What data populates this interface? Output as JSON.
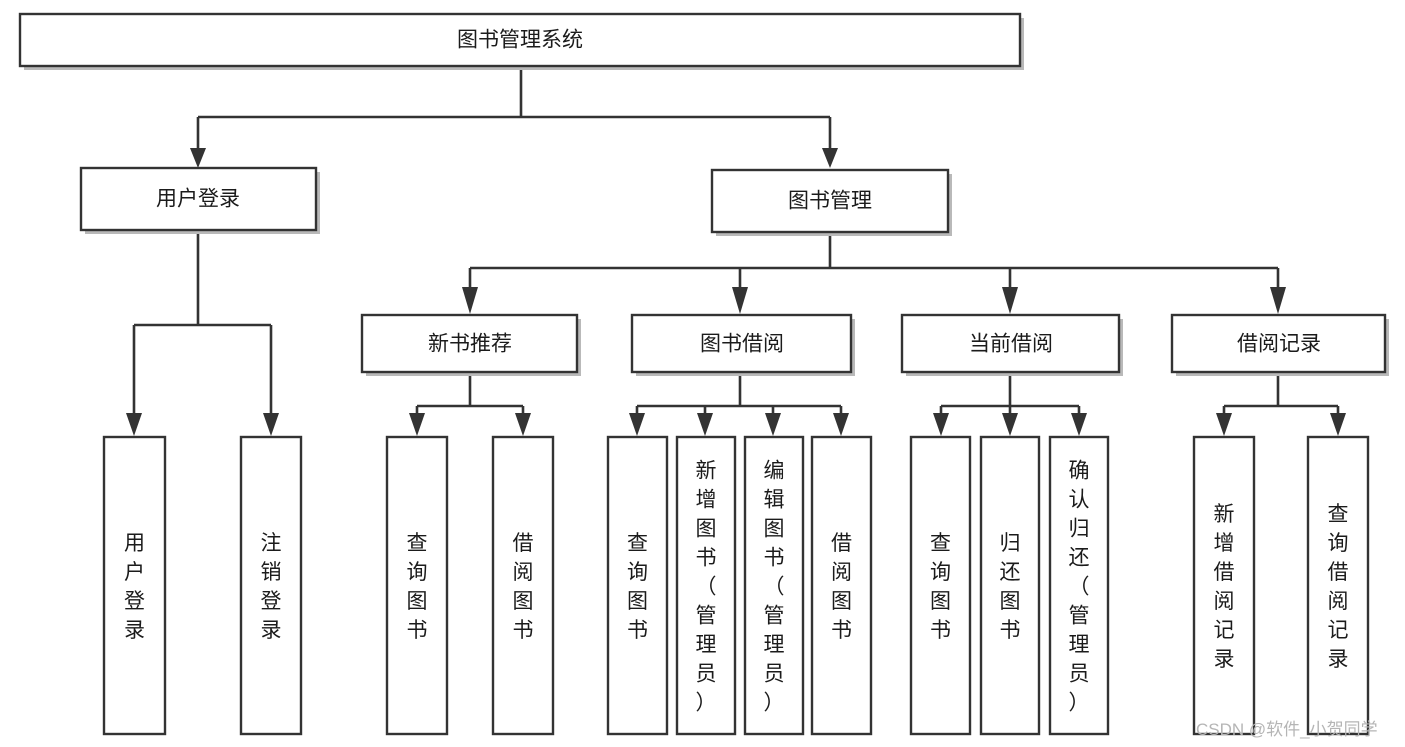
{
  "diagram": {
    "type": "tree-hierarchy",
    "title": "图书管理系统",
    "orientation": "top-down",
    "levels": 4,
    "root": {
      "id": "root",
      "label": "图书管理系统",
      "text_orientation": "horizontal"
    },
    "level2": [
      {
        "id": "user-login",
        "label": "用户登录",
        "text_orientation": "horizontal"
      },
      {
        "id": "book-manage",
        "label": "图书管理",
        "text_orientation": "horizontal"
      }
    ],
    "level3": [
      {
        "id": "new-book-recommend",
        "label": "新书推荐",
        "text_orientation": "horizontal",
        "parent": "book-manage"
      },
      {
        "id": "book-borrow",
        "label": "图书借阅",
        "text_orientation": "horizontal",
        "parent": "book-manage"
      },
      {
        "id": "current-borrow",
        "label": "当前借阅",
        "text_orientation": "horizontal",
        "parent": "book-manage"
      },
      {
        "id": "borrow-record",
        "label": "借阅记录",
        "text_orientation": "horizontal",
        "parent": "book-manage"
      }
    ],
    "leaves": [
      {
        "id": "leaf-user-login",
        "parent": "user-login",
        "lines": [
          "用",
          "户",
          "登",
          "录"
        ],
        "text_orientation": "vertical"
      },
      {
        "id": "leaf-user-logout",
        "parent": "user-login",
        "lines": [
          "注",
          "销",
          "登",
          "录"
        ],
        "text_orientation": "vertical"
      },
      {
        "id": "leaf-query-book-rec",
        "parent": "new-book-recommend",
        "lines": [
          "查",
          "询",
          "图",
          "书"
        ],
        "text_orientation": "vertical"
      },
      {
        "id": "leaf-borrow-book-rec",
        "parent": "new-book-recommend",
        "lines": [
          "借",
          "阅",
          "图",
          "书"
        ],
        "text_orientation": "vertical"
      },
      {
        "id": "leaf-query-book-borrow",
        "parent": "book-borrow",
        "lines": [
          "查",
          "询",
          "图",
          "书"
        ],
        "text_orientation": "vertical"
      },
      {
        "id": "leaf-add-book-admin",
        "parent": "book-borrow",
        "lines": [
          "新",
          "增",
          "图",
          "书",
          "（",
          "管",
          "理",
          "员",
          "）"
        ],
        "text_orientation": "vertical"
      },
      {
        "id": "leaf-edit-book-admin",
        "parent": "book-borrow",
        "lines": [
          "编",
          "辑",
          "图",
          "书",
          "（",
          "管",
          "理",
          "员",
          "）"
        ],
        "text_orientation": "vertical"
      },
      {
        "id": "leaf-borrow-book",
        "parent": "book-borrow",
        "lines": [
          "借",
          "阅",
          "图",
          "书"
        ],
        "text_orientation": "vertical"
      },
      {
        "id": "leaf-query-book-current",
        "parent": "current-borrow",
        "lines": [
          "查",
          "询",
          "图",
          "书"
        ],
        "text_orientation": "vertical"
      },
      {
        "id": "leaf-return-book",
        "parent": "current-borrow",
        "lines": [
          "归",
          "还",
          "图",
          "书"
        ],
        "text_orientation": "vertical"
      },
      {
        "id": "leaf-confirm-return-admin",
        "parent": "current-borrow",
        "lines": [
          "确",
          "认",
          "归",
          "还",
          "（",
          "管",
          "理",
          "员",
          "）"
        ],
        "text_orientation": "vertical"
      },
      {
        "id": "leaf-add-borrow-record",
        "parent": "borrow-record",
        "lines": [
          "新",
          "增",
          "借",
          "阅",
          "记",
          "录"
        ],
        "text_orientation": "vertical"
      },
      {
        "id": "leaf-query-borrow-record",
        "parent": "borrow-record",
        "lines": [
          "查",
          "询",
          "借",
          "阅",
          "记",
          "录"
        ],
        "text_orientation": "vertical"
      }
    ]
  },
  "watermark": {
    "text": "CSDN @软件_小贺同学"
  },
  "colors": {
    "box_border": "#333333",
    "box_fill": "#ffffff",
    "connector": "#333333",
    "text": "#1b1b1b",
    "watermark": "#b5b5b5",
    "background": "#ffffff"
  }
}
